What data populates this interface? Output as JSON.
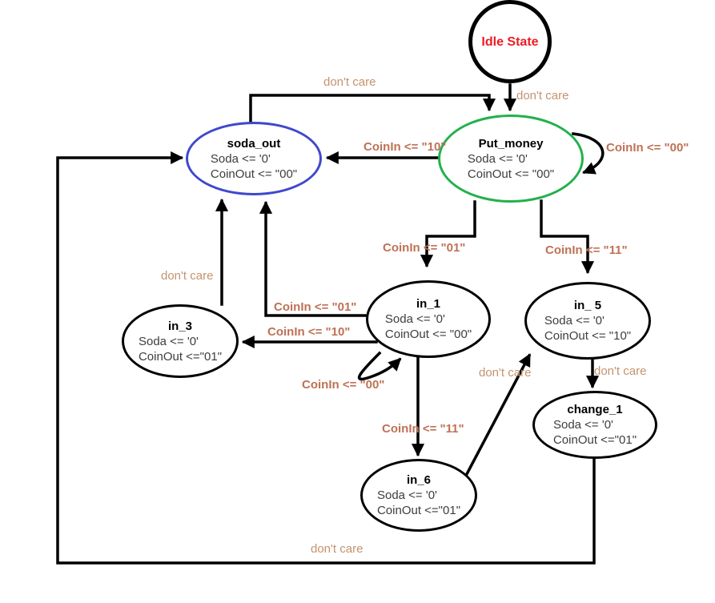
{
  "diagram": {
    "title": "soda vending machine state diagram",
    "colors": {
      "idle_text": "#ed1c24",
      "put_money_border": "#22b14c",
      "soda_out_border": "#3f48cc",
      "default_border": "#000000",
      "condition_label": "#bf7155",
      "dont_care_label": "#c4936f",
      "edge": "#000000",
      "background": "#ffffff"
    },
    "states": {
      "idle": {
        "name": "Idle State"
      },
      "put_money": {
        "name": "Put_money",
        "line1": "Soda <= '0'",
        "line2": "CoinOut <= \"00\""
      },
      "soda_out": {
        "name": "soda_out",
        "line1": "Soda <= '0'",
        "line2": "CoinOut <= \"00\""
      },
      "in_1": {
        "name": "in_1",
        "line1": "Soda <= '0'",
        "line2": "CoinOut <= \"00\""
      },
      "in_5": {
        "name": "in_ 5",
        "line1": "Soda <= '0'",
        "line2": "CoinOut <= \"10\""
      },
      "in_3": {
        "name": "in_3",
        "line1": "Soda <= '0'",
        "line2": "CoinOut <=\"01\""
      },
      "in_6": {
        "name": "in_6",
        "line1": "Soda <= '0'",
        "line2": "CoinOut <=\"01\""
      },
      "change_1": {
        "name": "change_1",
        "line1": "Soda <= '0'",
        "line2": "CoinOut <=\"01\""
      }
    },
    "labels": {
      "idle_to_putmoney": "don't care",
      "sodaout_to_putmoney": "don't care",
      "putmoney_self": "CoinIn <= \"00\"",
      "putmoney_to_sodaout": "CoinIn <= \"10\"",
      "putmoney_to_in1": "CoinIn <= \"01\"",
      "putmoney_to_in5": "CoinIn <= \"11\"",
      "in1_to_sodaout": "CoinIn <= \"01\"",
      "in1_to_in3": "CoinIn <= \"10\"",
      "in1_self": "CoinIn <= \"00\"",
      "in1_to_in6": "CoinIn <= \"11\"",
      "in3_to_sodaout": "don't care",
      "in6_to_in5": "don't care",
      "in5_to_change1": "don't care",
      "change1_to_sodaout": "don't care"
    }
  }
}
